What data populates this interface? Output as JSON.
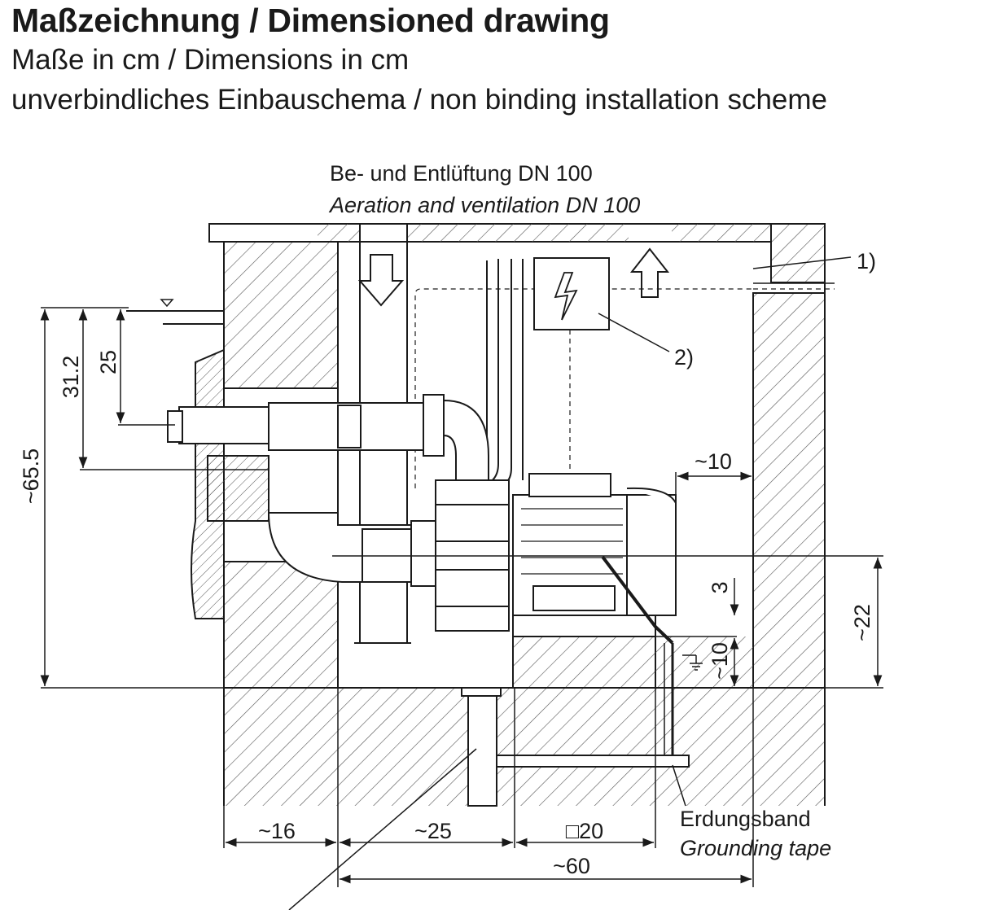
{
  "header": {
    "title": "Maßzeichnung / Dimensioned drawing",
    "subtitle": "Maße in cm / Dimensions in cm",
    "note": "unverbindliches Einbauschema / non binding installation scheme"
  },
  "labels": {
    "vent_de": "Be- und Entlüftung DN 100",
    "vent_en": "Aeration and ventilation DN 100",
    "ref1": "1)",
    "ref2": "2)",
    "ground_de": "Erdungsband",
    "ground_en": "Grounding tape"
  },
  "dimensions": {
    "d_65_5": "~65.5",
    "d_31_2": "31.2",
    "d_25_v": "25",
    "d_10_top": "~10",
    "d_3": "3",
    "d_10_side": "~10",
    "d_22": "~22",
    "d_16": "~16",
    "d_25_h": "~25",
    "d_20": "□20",
    "d_60": "~60"
  }
}
